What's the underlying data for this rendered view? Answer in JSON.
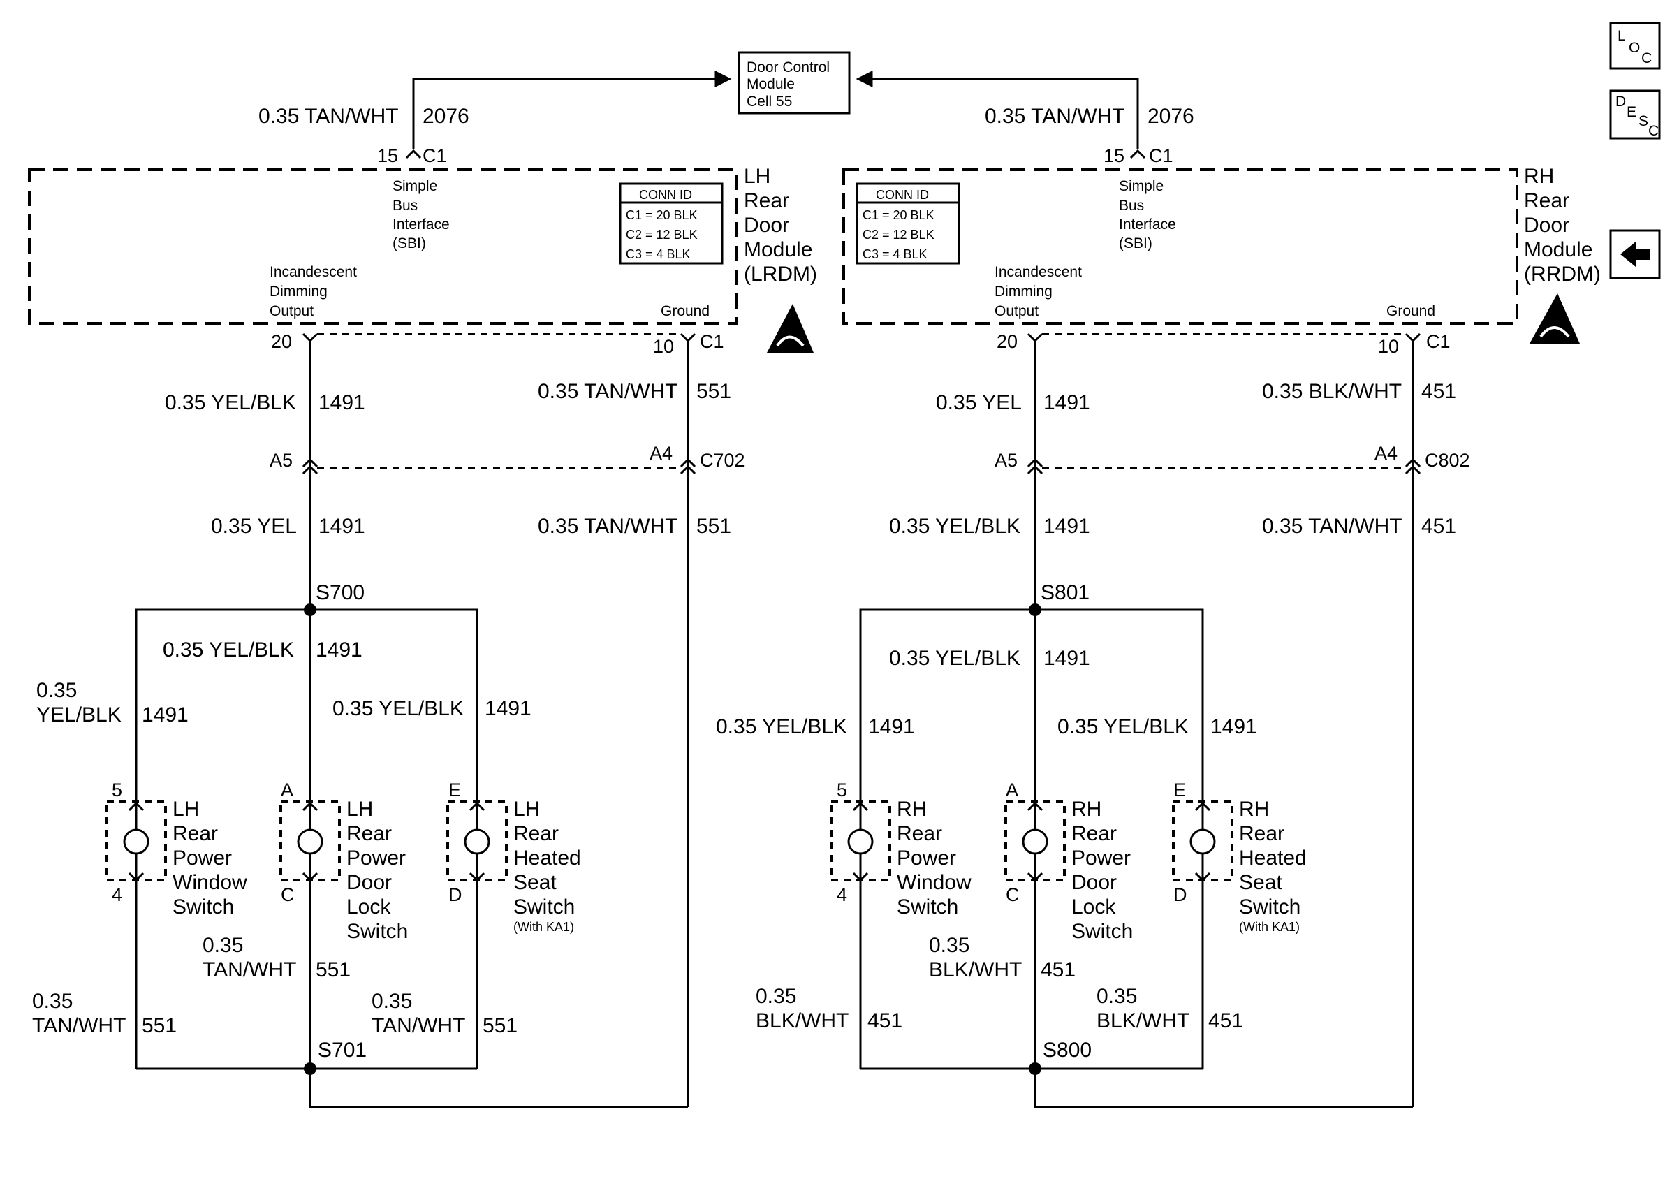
{
  "top_module": {
    "line1": "Door Control",
    "line2": "Module",
    "line3": "Cell 55"
  },
  "icons": {
    "loc": {
      "a": "L",
      "b": "O",
      "c": "C"
    },
    "desc": {
      "a": "D",
      "b": "E",
      "c": "S",
      "d": "C"
    },
    "arrow": "left-arrow-icon",
    "esd": "esd-warning-icon"
  },
  "left": {
    "top_wire": {
      "gauge": "0.35 TAN/WHT",
      "circuit": "2076"
    },
    "top_pin": {
      "pin": "15",
      "conn": "C1"
    },
    "module": {
      "l1": "LH",
      "l2": "Rear",
      "l3": "Door",
      "l4": "Module",
      "l5": "(LRDM)"
    },
    "sbi": {
      "l1": "Simple",
      "l2": "Bus",
      "l3": "Interface",
      "l4": "(SBI)"
    },
    "dim": {
      "l1": "Incandescent",
      "l2": "Dimming",
      "l3": "Output"
    },
    "ground": "Ground",
    "conn_id": {
      "title": "CONN ID",
      "r1": "C1 = 20 BLK",
      "r2": "C2 = 12 BLK",
      "r3": "C3 = 4 BLK"
    },
    "pin_dim": "20",
    "pin_gnd": "10",
    "pin_gnd_conn": "C1",
    "w1": {
      "gauge": "0.35 YEL/BLK",
      "circuit": "1491"
    },
    "w2": {
      "gauge": "0.35 TAN/WHT",
      "circuit": "551"
    },
    "inline": {
      "a": "A5",
      "b": "A4",
      "conn": "C702"
    },
    "w3": {
      "gauge": "0.35 YEL",
      "circuit": "1491"
    },
    "w4": {
      "gauge": "0.35 TAN/WHT",
      "circuit": "551"
    },
    "splice_top": "S700",
    "splice_bot": "S701",
    "wa": {
      "gauge": "0.35 YEL/BLK",
      "circuit": "1491"
    },
    "wb": {
      "gauge1": "0.35",
      "gauge2": "YEL/BLK",
      "circuit": "1491"
    },
    "wc": {
      "gauge": "0.35 YEL/BLK",
      "circuit": "1491"
    },
    "sw1": {
      "pin_top": "5",
      "pin_bot": "4",
      "l1": "LH",
      "l2": "Rear",
      "l3": "Power",
      "l4": "Window",
      "l5": "Switch"
    },
    "sw2": {
      "pin_top": "A",
      "pin_bot": "C",
      "l1": "LH",
      "l2": "Rear",
      "l3": "Power",
      "l4": "Door",
      "l5": "Lock",
      "l6": "Switch"
    },
    "sw3": {
      "pin_top": "E",
      "pin_bot": "D",
      "l1": "LH",
      "l2": "Rear",
      "l3": "Heated",
      "l4": "Seat",
      "l5": "Switch",
      "l6": "(With KA1)"
    },
    "g1": {
      "gauge1": "0.35",
      "gauge2": "TAN/WHT",
      "circuit": "551"
    },
    "g2": {
      "gauge1": "0.35",
      "gauge2": "TAN/WHT",
      "circuit": "551"
    },
    "g3": {
      "gauge1": "0.35",
      "gauge2": "TAN/WHT",
      "circuit": "551"
    }
  },
  "right": {
    "top_wire": {
      "gauge": "0.35 TAN/WHT",
      "circuit": "2076"
    },
    "top_pin": {
      "pin": "15",
      "conn": "C1"
    },
    "module": {
      "l1": "RH",
      "l2": "Rear",
      "l3": "Door",
      "l4": "Module",
      "l5": "(RRDM)"
    },
    "sbi": {
      "l1": "Simple",
      "l2": "Bus",
      "l3": "Interface",
      "l4": "(SBI)"
    },
    "dim": {
      "l1": "Incandescent",
      "l2": "Dimming",
      "l3": "Output"
    },
    "ground": "Ground",
    "conn_id": {
      "title": "CONN ID",
      "r1": "C1 = 20 BLK",
      "r2": "C2 = 12 BLK",
      "r3": "C3 = 4 BLK"
    },
    "pin_dim": "20",
    "pin_gnd": "10",
    "pin_gnd_conn": "C1",
    "w1": {
      "gauge": "0.35 YEL",
      "circuit": "1491"
    },
    "w2": {
      "gauge": "0.35 BLK/WHT",
      "circuit": "451"
    },
    "inline": {
      "a": "A5",
      "b": "A4",
      "conn": "C802"
    },
    "w3": {
      "gauge": "0.35 YEL/BLK",
      "circuit": "1491"
    },
    "w4": {
      "gauge": "0.35 TAN/WHT",
      "circuit": "451"
    },
    "splice_top": "S801",
    "splice_bot": "S800",
    "wa": {
      "gauge": "0.35 YEL/BLK",
      "circuit": "1491"
    },
    "wb": {
      "gauge": "0.35 YEL/BLK",
      "circuit": "1491"
    },
    "wc": {
      "gauge": "0.35 YEL/BLK",
      "circuit": "1491"
    },
    "sw1": {
      "pin_top": "5",
      "pin_bot": "4",
      "l1": "RH",
      "l2": "Rear",
      "l3": "Power",
      "l4": "Window",
      "l5": "Switch"
    },
    "sw2": {
      "pin_top": "A",
      "pin_bot": "C",
      "l1": "RH",
      "l2": "Rear",
      "l3": "Power",
      "l4": "Door",
      "l5": "Lock",
      "l6": "Switch"
    },
    "sw3": {
      "pin_top": "E",
      "pin_bot": "D",
      "l1": "RH",
      "l2": "Rear",
      "l3": "Heated",
      "l4": "Seat",
      "l5": "Switch",
      "l6": "(With KA1)"
    },
    "g1": {
      "gauge1": "0.35",
      "gauge2": "BLK/WHT",
      "circuit": "451"
    },
    "g2": {
      "gauge1": "0.35",
      "gauge2": "BLK/WHT",
      "circuit": "451"
    },
    "g3": {
      "gauge1": "0.35",
      "gauge2": "BLK/WHT",
      "circuit": "451"
    }
  }
}
